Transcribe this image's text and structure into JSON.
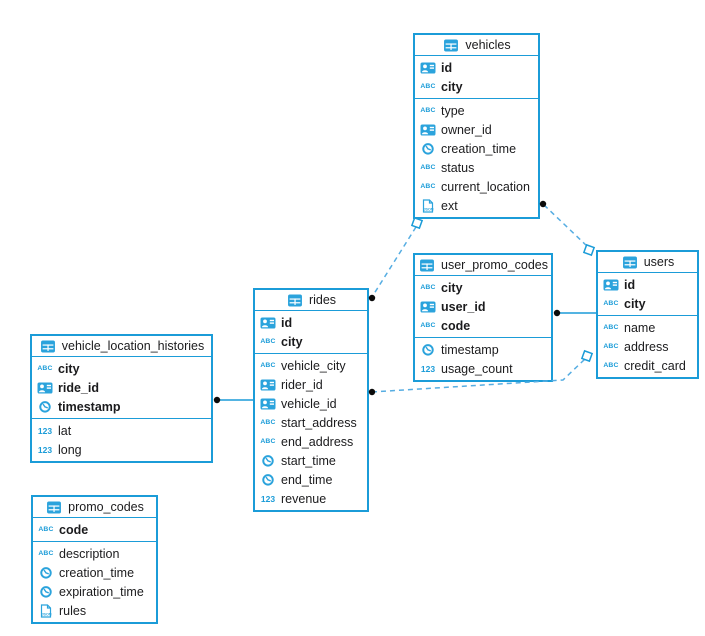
{
  "diagram": {
    "colors": {
      "accent": "#1b9cd8",
      "dashed_line": "#56ade2",
      "text": "#1b1b1d",
      "marker_dot": "#0b0b0b"
    },
    "icon_labels": {
      "text": "ABC",
      "number": "123",
      "json": "JSON"
    },
    "tables": [
      {
        "name": "vehicles",
        "primary_keys": [
          {
            "name": "id",
            "type": "id"
          },
          {
            "name": "city",
            "type": "text"
          }
        ],
        "columns": [
          {
            "name": "type",
            "type": "text"
          },
          {
            "name": "owner_id",
            "type": "id"
          },
          {
            "name": "creation_time",
            "type": "time"
          },
          {
            "name": "status",
            "type": "text"
          },
          {
            "name": "current_location",
            "type": "text"
          },
          {
            "name": "ext",
            "type": "json"
          }
        ]
      },
      {
        "name": "user_promo_codes",
        "primary_keys": [
          {
            "name": "city",
            "type": "text"
          },
          {
            "name": "user_id",
            "type": "id"
          },
          {
            "name": "code",
            "type": "text"
          }
        ],
        "columns": [
          {
            "name": "timestamp",
            "type": "time"
          },
          {
            "name": "usage_count",
            "type": "number"
          }
        ]
      },
      {
        "name": "users",
        "primary_keys": [
          {
            "name": "id",
            "type": "id"
          },
          {
            "name": "city",
            "type": "text"
          }
        ],
        "columns": [
          {
            "name": "name",
            "type": "text"
          },
          {
            "name": "address",
            "type": "text"
          },
          {
            "name": "credit_card",
            "type": "text"
          }
        ]
      },
      {
        "name": "rides",
        "primary_keys": [
          {
            "name": "id",
            "type": "id"
          },
          {
            "name": "city",
            "type": "text"
          }
        ],
        "columns": [
          {
            "name": "vehicle_city",
            "type": "text"
          },
          {
            "name": "rider_id",
            "type": "id"
          },
          {
            "name": "vehicle_id",
            "type": "id"
          },
          {
            "name": "start_address",
            "type": "text"
          },
          {
            "name": "end_address",
            "type": "text"
          },
          {
            "name": "start_time",
            "type": "time"
          },
          {
            "name": "end_time",
            "type": "time"
          },
          {
            "name": "revenue",
            "type": "number"
          }
        ]
      },
      {
        "name": "vehicle_location_histories",
        "primary_keys": [
          {
            "name": "city",
            "type": "text"
          },
          {
            "name": "ride_id",
            "type": "id"
          },
          {
            "name": "timestamp",
            "type": "time"
          }
        ],
        "columns": [
          {
            "name": "lat",
            "type": "number"
          },
          {
            "name": "long",
            "type": "number"
          }
        ]
      },
      {
        "name": "promo_codes",
        "primary_keys": [
          {
            "name": "code",
            "type": "text"
          }
        ],
        "columns": [
          {
            "name": "description",
            "type": "text"
          },
          {
            "name": "creation_time",
            "type": "time"
          },
          {
            "name": "expiration_time",
            "type": "time"
          },
          {
            "name": "rules",
            "type": "json"
          }
        ]
      }
    ],
    "relationships": [
      {
        "from": "rides",
        "to": "vehicles",
        "style": "dashed"
      },
      {
        "from": "vehicles",
        "to": "users",
        "style": "dashed"
      },
      {
        "from": "user_promo_codes",
        "to": "users",
        "style": "solid"
      },
      {
        "from": "rides",
        "to": "users",
        "style": "dashed"
      },
      {
        "from": "vehicle_location_histories",
        "to": "rides",
        "style": "solid"
      }
    ]
  }
}
